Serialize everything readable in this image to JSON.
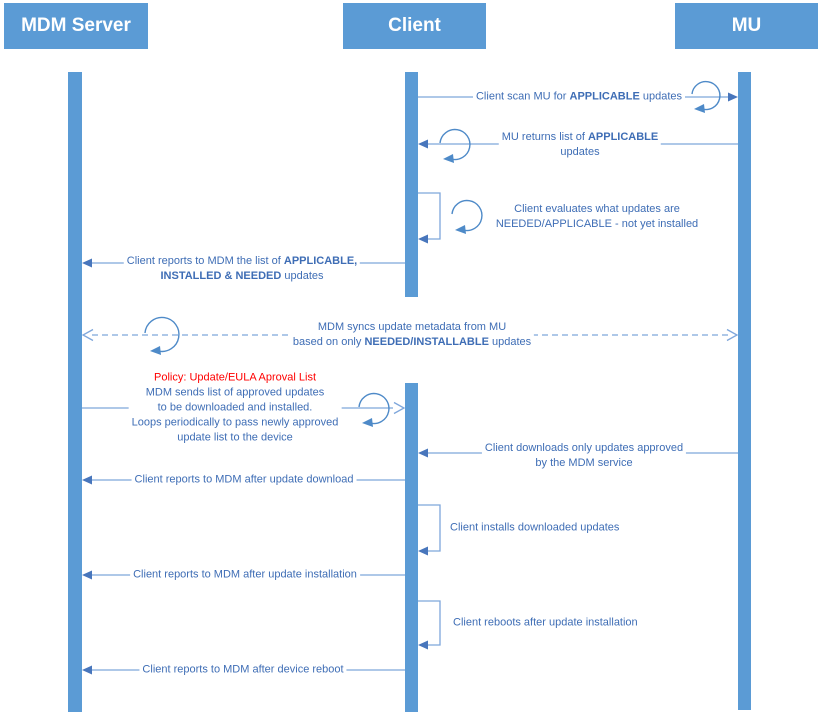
{
  "colors": {
    "actor_fill": "#5B9BD5",
    "bar_fill": "#5B9BD5",
    "line": "#7EA6DB",
    "arrow": "#4876BC",
    "loop": "#4E8AC8",
    "text": "#3E6DB5",
    "header_text": "#FFFFFF",
    "policy_red": "#FF0000"
  },
  "actors": [
    {
      "id": "mdm",
      "label": "MDM Server"
    },
    {
      "id": "client",
      "label": "Client"
    },
    {
      "id": "mu",
      "label": "MU"
    }
  ],
  "messages": [
    {
      "name": "scan",
      "from": "Client",
      "to": "MU",
      "arrow": "solid",
      "loop_icon": true,
      "lines": [
        [
          {
            "t": "Client scan MU for "
          },
          {
            "t": "APPLICABLE",
            "b": true
          },
          {
            "t": " updates"
          }
        ]
      ]
    },
    {
      "name": "return-applicable-list",
      "from": "MU",
      "to": "Client",
      "arrow": "solid",
      "loop_icon": true,
      "lines": [
        [
          {
            "t": "MU returns list of "
          },
          {
            "t": "APPLICABLE",
            "b": true
          }
        ],
        [
          {
            "t": "updates"
          }
        ]
      ]
    },
    {
      "name": "evaluate-updates",
      "from": "Client",
      "to": "Client",
      "arrow": "self",
      "loop_icon": true,
      "lines": [
        [
          {
            "t": "Client evaluates what updates are"
          }
        ],
        [
          {
            "t": "NEEDED/APPLICABLE - not yet installed"
          }
        ]
      ]
    },
    {
      "name": "report-update-list",
      "from": "Client",
      "to": "MDM Server",
      "arrow": "solid",
      "lines": [
        [
          {
            "t": "Client reports to MDM the list of "
          },
          {
            "t": "APPLICABLE,",
            "b": true
          }
        ],
        [
          {
            "t": "INSTALLED & NEEDED",
            "b": true
          },
          {
            "t": " updates"
          }
        ]
      ]
    },
    {
      "name": "sync-metadata",
      "from": "MDM Server",
      "to": "MU",
      "arrow": "dashed-bidirectional",
      "loop_icon": true,
      "lines": [
        [
          {
            "t": "MDM syncs update metadata from MU"
          }
        ],
        [
          {
            "t": "based on only "
          },
          {
            "t": "NEEDED/INSTALLABLE",
            "b": true
          },
          {
            "t": " updates"
          }
        ]
      ]
    },
    {
      "name": "send-approved-list",
      "from": "MDM Server",
      "to": "Client",
      "arrow": "open",
      "loop_icon": true,
      "policy_title": "Policy: Update/EULA Aproval List",
      "lines": [
        [
          {
            "t": "MDM sends list of approved updates"
          }
        ],
        [
          {
            "t": "to be downloaded and installed."
          }
        ],
        [
          {
            "t": "Loops periodically to pass newly approved"
          }
        ],
        [
          {
            "t": "update list to the device"
          }
        ]
      ]
    },
    {
      "name": "download-approved",
      "from": "MU",
      "to": "Client",
      "arrow": "solid",
      "lines": [
        [
          {
            "t": "Client downloads only updates approved"
          }
        ],
        [
          {
            "t": "by the MDM service"
          }
        ]
      ]
    },
    {
      "name": "report-download",
      "from": "Client",
      "to": "MDM Server",
      "arrow": "solid",
      "lines": [
        [
          {
            "t": "Client reports to MDM after update download"
          }
        ]
      ]
    },
    {
      "name": "install-updates",
      "from": "Client",
      "to": "Client",
      "arrow": "self",
      "lines": [
        [
          {
            "t": "Client installs downloaded updates"
          }
        ]
      ]
    },
    {
      "name": "report-installation",
      "from": "Client",
      "to": "MDM Server",
      "arrow": "solid",
      "lines": [
        [
          {
            "t": "Client reports to MDM after update installation"
          }
        ]
      ]
    },
    {
      "name": "reboot",
      "from": "Client",
      "to": "Client",
      "arrow": "self",
      "lines": [
        [
          {
            "t": "Client reboots after update installation"
          }
        ]
      ]
    },
    {
      "name": "report-reboot",
      "from": "Client",
      "to": "MDM Server",
      "arrow": "solid",
      "lines": [
        [
          {
            "t": "Client reports to MDM after device reboot"
          }
        ]
      ]
    }
  ]
}
